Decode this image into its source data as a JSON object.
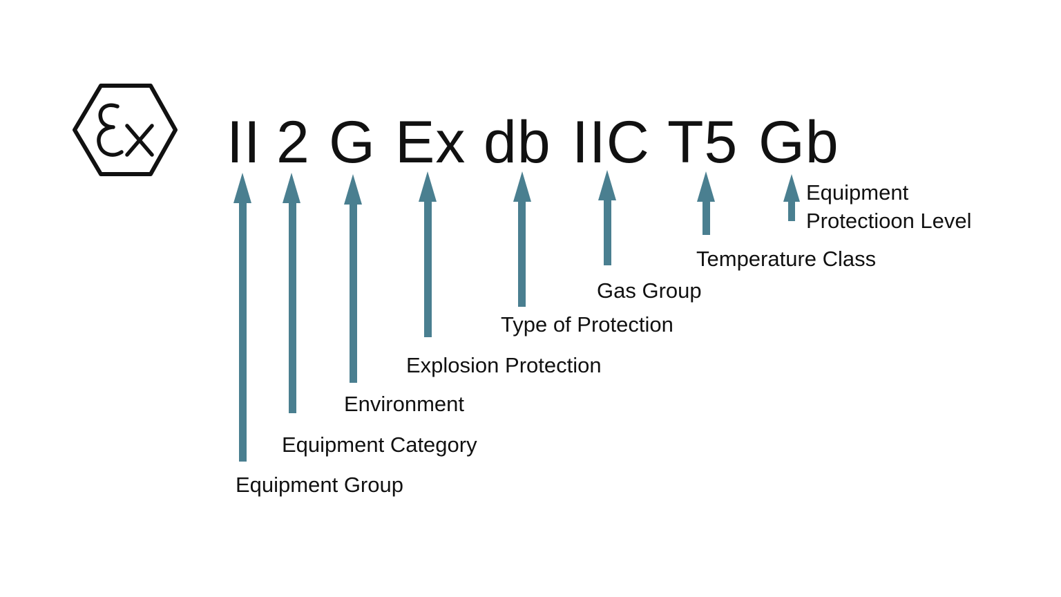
{
  "colors": {
    "arrow": "#4a7f90",
    "text": "#111111",
    "background": "#ffffff"
  },
  "logo": {
    "icon": "ex-hexagon-icon",
    "text": "Ex"
  },
  "marking": {
    "equipment_group": "II",
    "equipment_category": "2",
    "environment": "G",
    "explosion_protection": "Ex",
    "type_of_protection": "db",
    "gas_group": "IIC",
    "temperature_class": "T5",
    "protection_level": "Gb"
  },
  "labels": {
    "equipment_group": "Equipment Group",
    "equipment_category": "Equipment Category",
    "environment": "Environment",
    "explosion_protection": "Explosion Protection",
    "type_of_protection": "Type of Protection",
    "gas_group": "Gas Group",
    "temperature_class": "Temperature Class",
    "protection_level_line1": "Equipment",
    "protection_level_line2": "Protectioon Level"
  }
}
